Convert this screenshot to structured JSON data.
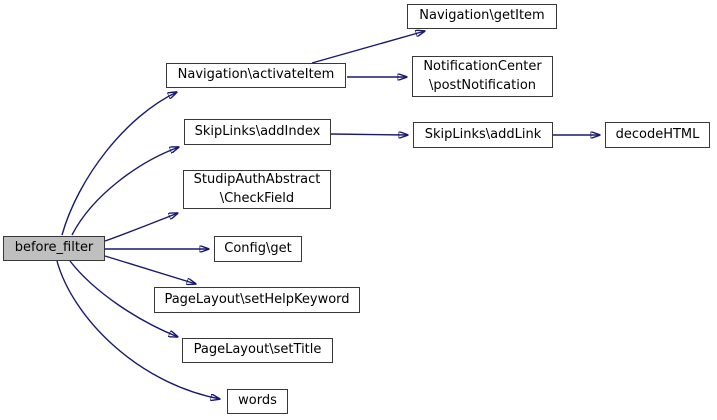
{
  "graph": {
    "type": "call-graph",
    "background_color": "#ffffff",
    "edge_color": "#191970",
    "node_border_color": "#383838",
    "node_fill_color": "#ffffff",
    "highlighted_node_fill_color": "#bfbfbf",
    "text_color": "#000000",
    "nodes": [
      {
        "id": "before_filter",
        "label": "before_filter",
        "highlighted": true
      },
      {
        "id": "activateItem",
        "label": "Navigation\\activateItem",
        "highlighted": false
      },
      {
        "id": "getItem",
        "label": "Navigation\\getItem",
        "highlighted": false
      },
      {
        "id": "postNotification",
        "label": "NotificationCenter\n\\postNotification",
        "highlighted": false
      },
      {
        "id": "addIndex",
        "label": "SkipLinks\\addIndex",
        "highlighted": false
      },
      {
        "id": "addLink",
        "label": "SkipLinks\\addLink",
        "highlighted": false
      },
      {
        "id": "decodeHTML",
        "label": "decodeHTML",
        "highlighted": false
      },
      {
        "id": "CheckField",
        "label": "StudipAuthAbstract\n\\CheckField",
        "highlighted": false
      },
      {
        "id": "config_get",
        "label": "Config\\get",
        "highlighted": false
      },
      {
        "id": "setHelpKeyword",
        "label": "PageLayout\\setHelpKeyword",
        "highlighted": false
      },
      {
        "id": "setTitle",
        "label": "PageLayout\\setTitle",
        "highlighted": false
      },
      {
        "id": "words",
        "label": "words",
        "highlighted": false
      }
    ],
    "edges": [
      {
        "from": "before_filter",
        "to": "activateItem"
      },
      {
        "from": "before_filter",
        "to": "addIndex"
      },
      {
        "from": "before_filter",
        "to": "CheckField"
      },
      {
        "from": "before_filter",
        "to": "config_get"
      },
      {
        "from": "before_filter",
        "to": "setHelpKeyword"
      },
      {
        "from": "before_filter",
        "to": "setTitle"
      },
      {
        "from": "before_filter",
        "to": "words"
      },
      {
        "from": "activateItem",
        "to": "getItem"
      },
      {
        "from": "activateItem",
        "to": "postNotification"
      },
      {
        "from": "addIndex",
        "to": "addLink"
      },
      {
        "from": "addLink",
        "to": "decodeHTML"
      }
    ]
  }
}
